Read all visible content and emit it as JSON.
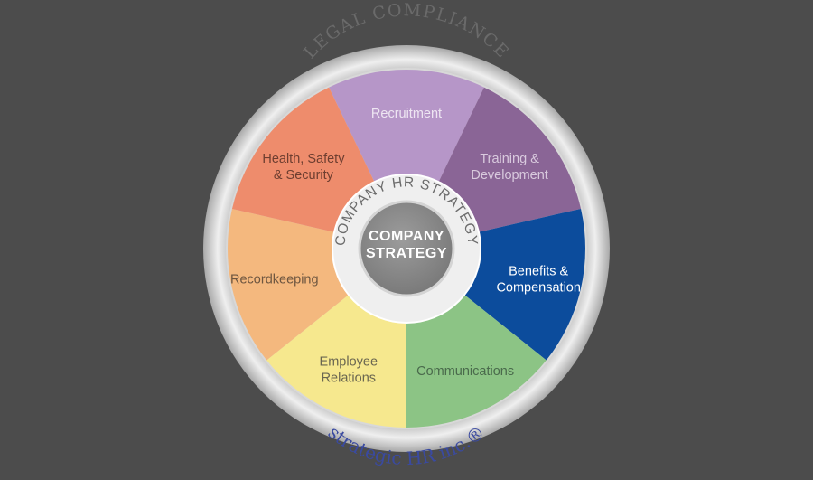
{
  "outer_ring": {
    "top_text": "LEGAL COMPLIANCE",
    "bottom_text": "strategic HR inc.®"
  },
  "inner_ring": {
    "text": "COMPANY HR STRATEGY"
  },
  "center": {
    "line1": "COMPANY",
    "line2": "STRATEGY"
  },
  "segments": [
    {
      "id": "recruitment",
      "lines": [
        "Recruitment"
      ],
      "color": "#b696c8",
      "text_color": "#eee6f2"
    },
    {
      "id": "training-development",
      "lines": [
        "Training &",
        "Development"
      ],
      "color": "#8a6596",
      "text_color": "#d9cade"
    },
    {
      "id": "benefits-compensation",
      "lines": [
        "Benefits &",
        "Compensation"
      ],
      "color": "#0c4c9c",
      "text_color": "#ffffff"
    },
    {
      "id": "communications",
      "lines": [
        "Communications"
      ],
      "color": "#8cc485",
      "text_color": "#4a6a4c"
    },
    {
      "id": "employee-relations",
      "lines": [
        "Employee",
        "Relations"
      ],
      "color": "#f6e88e",
      "text_color": "#6a6650"
    },
    {
      "id": "recordkeeping",
      "lines": [
        "Recordkeeping"
      ],
      "color": "#f4b87e",
      "text_color": "#6e5640"
    },
    {
      "id": "health-safety-security",
      "lines": [
        "Health, Safety",
        "& Security"
      ],
      "color": "#ee8c6c",
      "text_color": "#6e3e30"
    }
  ],
  "colors": {
    "background": "#4c4c4c",
    "ring_silver": "#cfcfcf",
    "center_gray": "#8a8a8a",
    "brand_blue": "#3a4aa0"
  }
}
